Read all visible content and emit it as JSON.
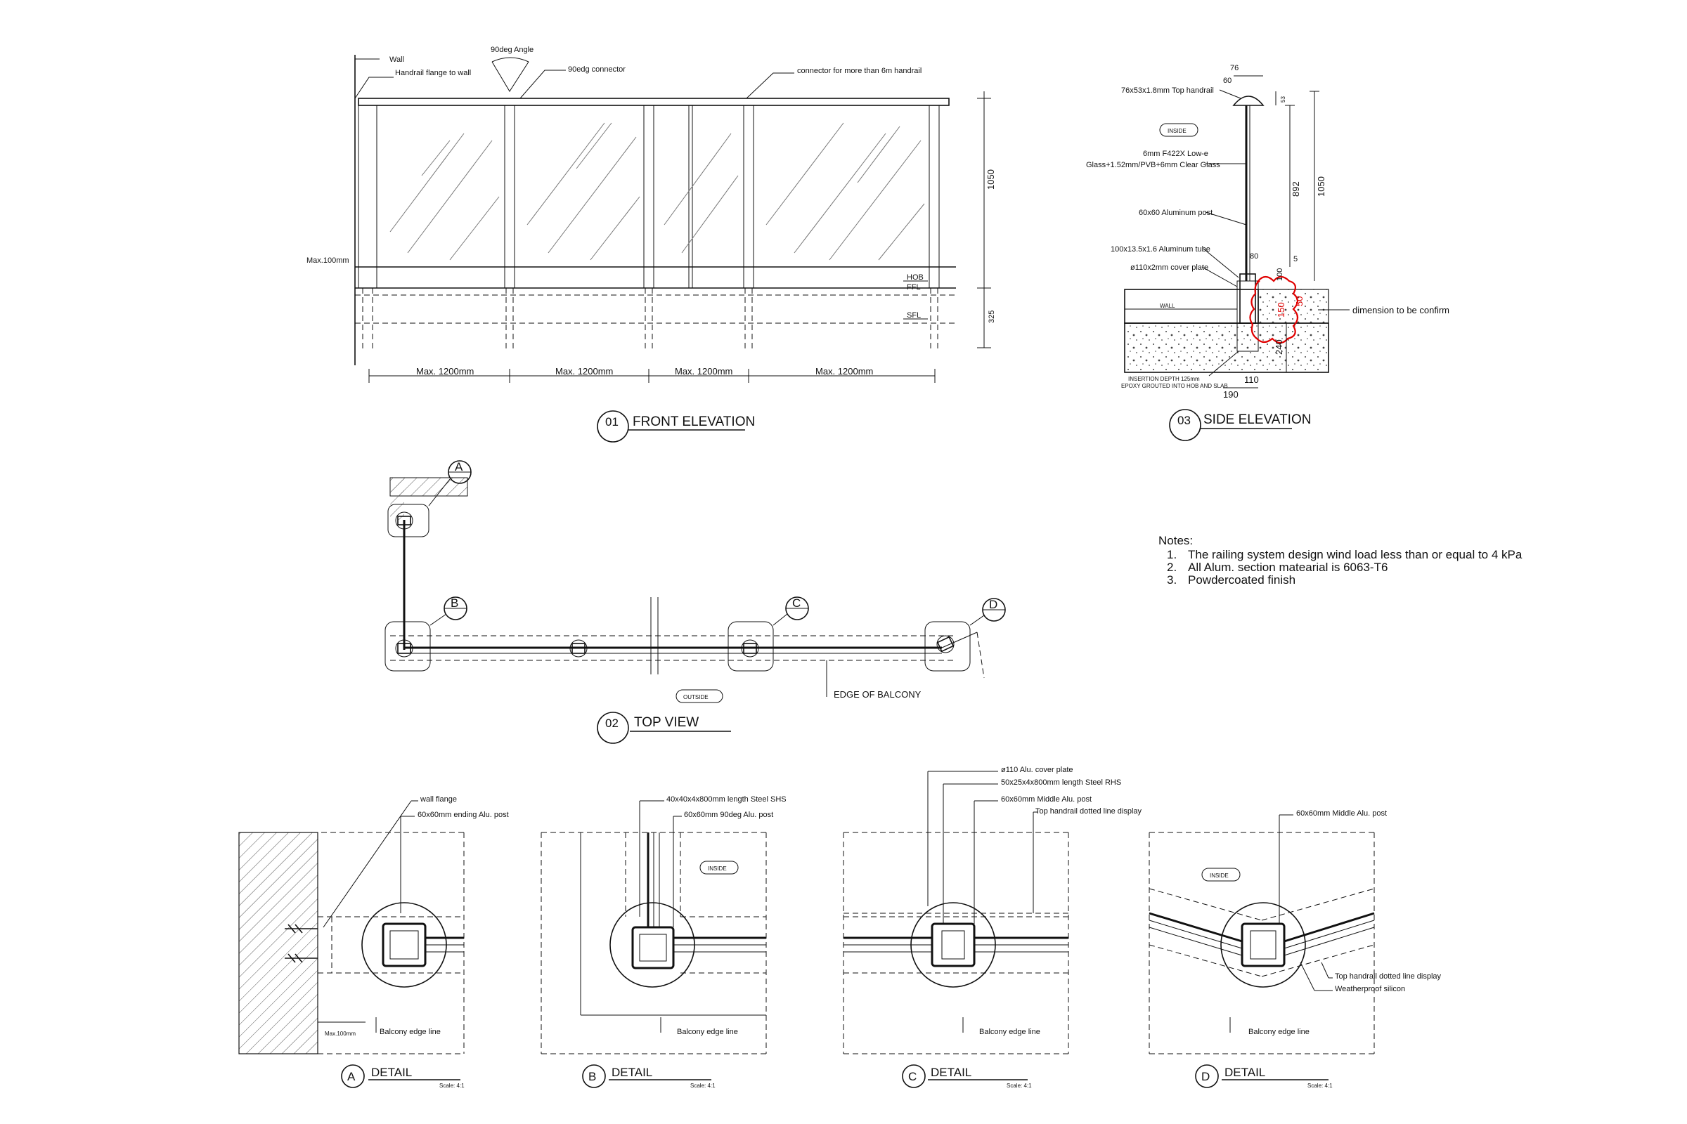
{
  "front_elevation": {
    "number": "01",
    "title": "FRONT ELEVATION",
    "labels": {
      "wall": "Wall",
      "handrail_flange": "Handrail flange to wall",
      "angle": "90deg Angle",
      "connector_90": "90edg connector",
      "connector_6m": "connector for more than 6m handrail",
      "max_100": "Max.100mm",
      "hob": "HOB",
      "ffl": "FFL",
      "sfl": "SFL",
      "dim_1050": "1050",
      "dim_325": "325"
    },
    "spans": [
      "Max. 1200mm",
      "Max. 1200mm",
      "Max. 1200mm",
      "Max. 1200mm"
    ]
  },
  "side_elevation": {
    "number": "03",
    "title": "SIDE ELEVATION",
    "labels": {
      "top_handrail": "76x53x1.8mm Top handrail",
      "inside": "INSIDE",
      "glass_1": "6mm F422X Low-e",
      "glass_2": "Glass+1.52mm/PVB+6mm Clear Glass",
      "post": "60x60 Aluminum post",
      "tube": "100x13.5x1.6 Aluminum tube",
      "cover_plate": "ø110x2mm cover plate",
      "insertion_1": "INSERTION DEPTH 125mm",
      "insertion_2": "EPOXY GROUTED INTO HOB AND SLAB",
      "wall_tag": "WALL",
      "confirm": "dimension to be confirm"
    },
    "dims": {
      "d76": "76",
      "d60": "60",
      "d53": "53",
      "d892": "892",
      "d1050": "1050",
      "d80": "80",
      "d5": "5",
      "d100": "100",
      "d150": "150",
      "d50": "50",
      "d240": "240",
      "d110": "110",
      "d190": "190"
    }
  },
  "top_view": {
    "number": "02",
    "title": "TOP VIEW",
    "outside": "OUTSIDE",
    "edge": "EDGE OF BALCONY",
    "callouts": [
      "A",
      "B",
      "C",
      "D"
    ]
  },
  "notes": {
    "heading": "Notes:",
    "items": [
      {
        "n": "1.",
        "text": "The railing system design wind load less than or equal to 4 kPa"
      },
      {
        "n": "2.",
        "text": "All Alum. section matearial is 6063-T6"
      },
      {
        "n": "3.",
        "text": "Powdercoated finish"
      }
    ]
  },
  "details": {
    "title": "DETAIL",
    "scale": "Scale: 4:1",
    "inside": "INSIDE",
    "a": {
      "letter": "A",
      "wall_flange": "wall flange",
      "post": "60x60mm ending Alu. post",
      "max": "Max.100mm",
      "edge": "Balcony edge line"
    },
    "b": {
      "letter": "B",
      "shs": "40x40x4x800mm length Steel SHS",
      "post": "60x60mm 90deg Alu. post",
      "edge": "Balcony edge line"
    },
    "c": {
      "letter": "C",
      "cover": "ø110 Alu. cover plate",
      "rhs": "50x25x4x800mm length Steel RHS",
      "post": "60x60mm Middle Alu. post",
      "handrail": "Top handrail dotted line display",
      "edge": "Balcony edge line"
    },
    "d": {
      "letter": "D",
      "post": "60x60mm Middle Alu. post",
      "handrail": "Top handrail dotted line display",
      "silicon": "Weatherproof silicon",
      "edge": "Balcony edge line"
    }
  },
  "colors": {
    "ink": "#111111",
    "markup_red": "#e00000"
  }
}
